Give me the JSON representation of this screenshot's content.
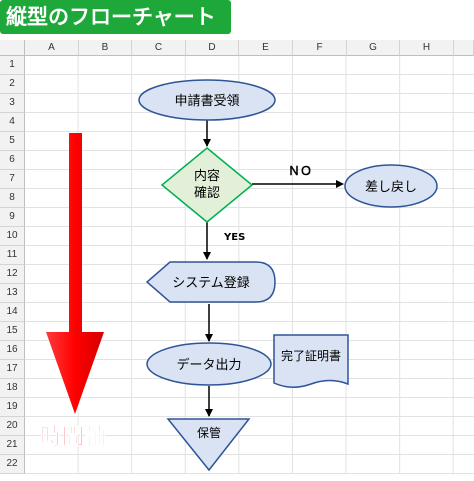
{
  "banner": {
    "title": "縦型のフローチャート"
  },
  "columns": [
    "A",
    "B",
    "C",
    "D",
    "E",
    "F",
    "G",
    "H"
  ],
  "rows": [
    "1",
    "2",
    "3",
    "4",
    "5",
    "6",
    "7",
    "8",
    "9",
    "10",
    "11",
    "12",
    "13",
    "14",
    "15",
    "16",
    "17",
    "18",
    "19",
    "20",
    "21",
    "22"
  ],
  "flow": {
    "start": "申請書受領",
    "decision_line1": "内容",
    "decision_line2": "確認",
    "no_label": "ＮＯ",
    "return": "差し戻し",
    "yes_label": "YES",
    "register": "システム登録",
    "output": "データ出力",
    "document": "完了証明書",
    "store": "保管"
  },
  "time_axis": {
    "label": "時間軸"
  },
  "colors": {
    "banner_bg": "#1fa83a",
    "shape_fill": "#dae3f3",
    "shape_stroke": "#2f5597",
    "decision_fill": "#e2f0d9",
    "decision_stroke": "#00b050",
    "arrow_red": "#ff0000"
  }
}
